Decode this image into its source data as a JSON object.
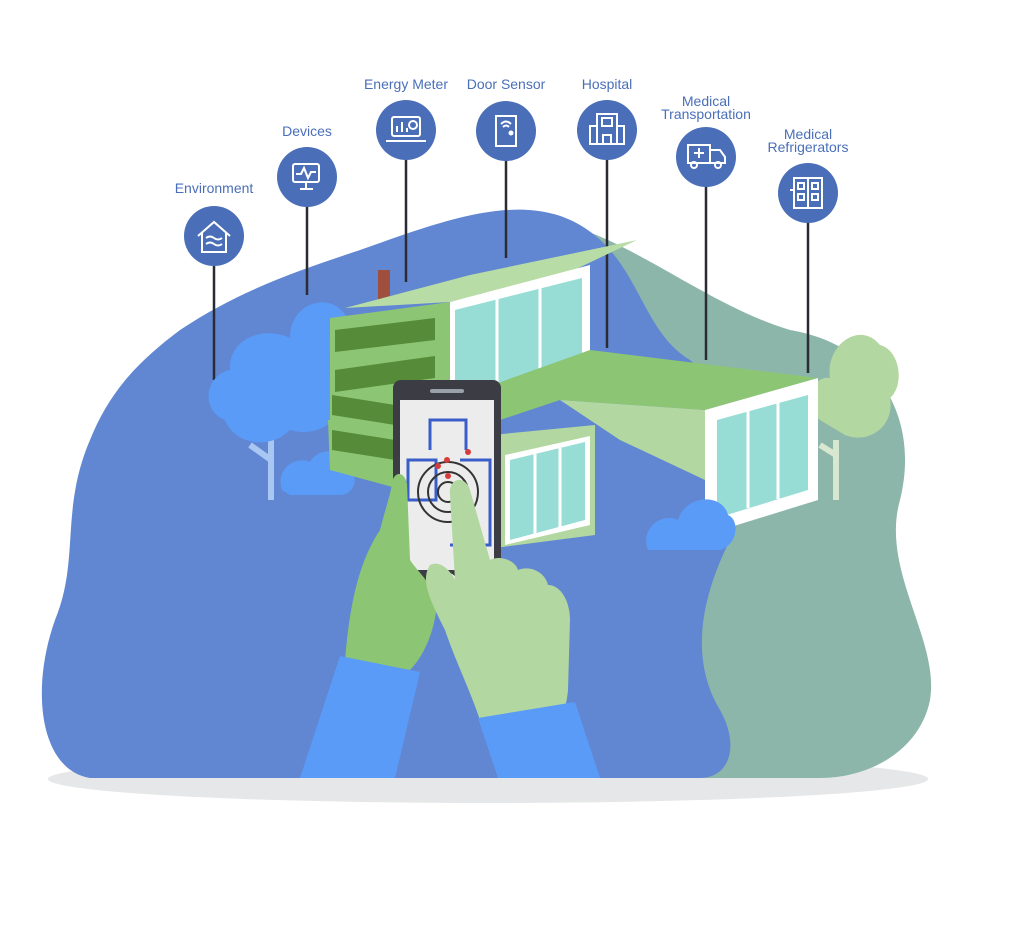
{
  "labels": {
    "environment": "Environment",
    "devices": "Devices",
    "energy_meter": "Energy Meter",
    "door_sensor": "Door Sensor",
    "hospital": "Hospital",
    "medical_transport_line1": "Medical",
    "medical_transport_line2": "Transportation",
    "medical_fridge_line1": "Medical",
    "medical_fridge_line2": "Refrigerators"
  },
  "icons": {
    "environment": "house-waves-icon",
    "devices": "monitor-device-icon",
    "energy_meter": "laptop-meter-icon",
    "door_sensor": "door-wifi-icon",
    "hospital": "hospital-building-icon",
    "medical_transport": "ambulance-icon",
    "medical_fridge": "refrigerator-icon"
  },
  "colors": {
    "node_circle": "#4a6fb8",
    "label_text": "#4a6fb8",
    "blob_blue": "#6187d2",
    "blob_teal": "#8db6aa",
    "building_green": "#8cc573",
    "window_cyan": "#97ddd6",
    "tree_blue": "#5b9bf8",
    "sleeve_blue": "#5b9bf8"
  }
}
